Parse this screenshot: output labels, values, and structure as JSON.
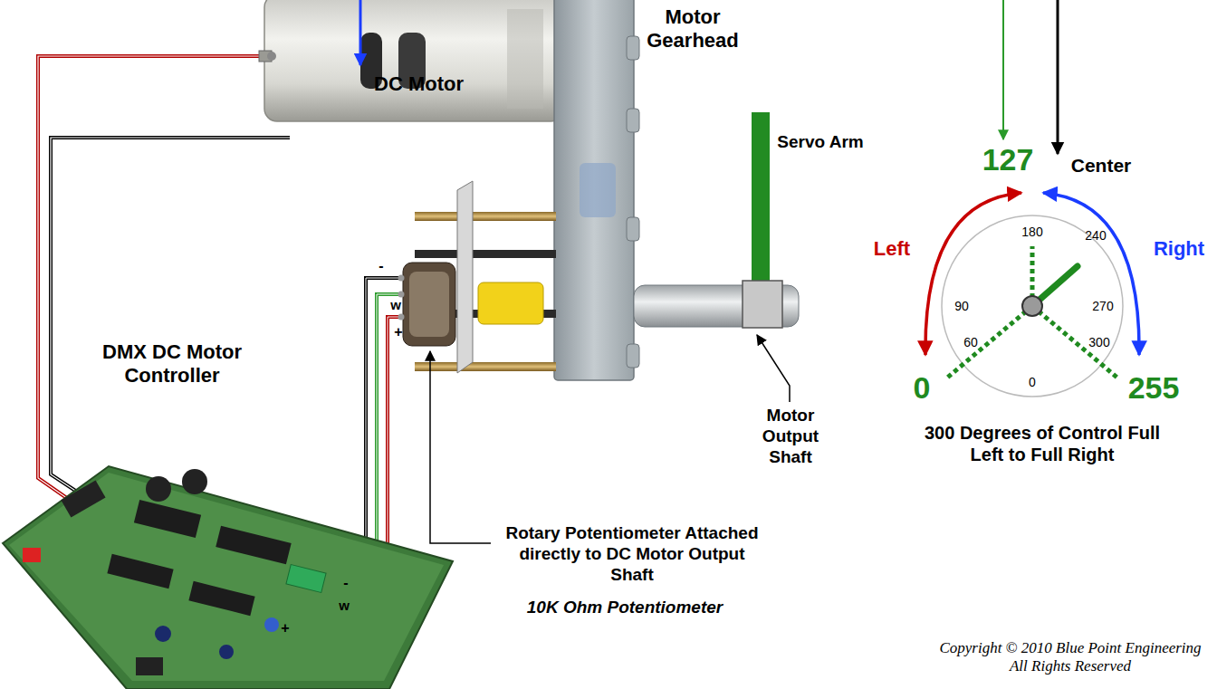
{
  "diagram": {
    "labels": [
      "Motor Gearhead",
      "DC Motor",
      "Servo Arm",
      "DMX DC Motor Controller",
      "-",
      "w",
      "+",
      "Motor Output Shaft",
      "Rotary Potentiometer Attached directly to DC Motor Output Shaft",
      "10K Ohm Potentiometer",
      "-",
      "w",
      "+",
      "127",
      "Center",
      "Left",
      "Right",
      "180",
      "240",
      "90",
      "270",
      "0",
      "60",
      "0",
      "300",
      "255",
      "300 Degrees of Control Full Left to Full Right",
      "Copyright © 2010  Blue Point Engineering All Rights Reserved"
    ]
  }
}
